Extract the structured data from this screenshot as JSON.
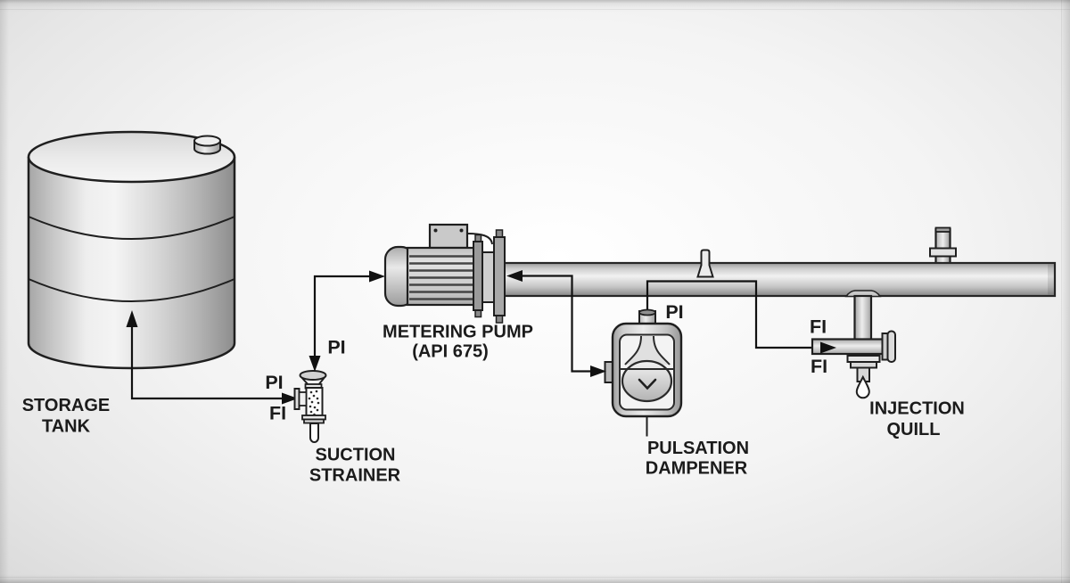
{
  "diagram": {
    "type": "process-flow-diagram",
    "subject": "chemical injection system",
    "equipment": {
      "storage_tank": {
        "label_lines": [
          "STORAGE",
          "TANK"
        ]
      },
      "suction_strainer": {
        "label_lines": [
          "SUCTION",
          "STRAINER"
        ]
      },
      "metering_pump": {
        "label_lines": [
          "METERING PUMP",
          "(API 675)"
        ]
      },
      "pulsation_dampener": {
        "label_lines": [
          "PULSATION",
          "DAMPENER"
        ]
      },
      "injection_quill": {
        "label_lines": [
          "INJECTION",
          "QUILL"
        ]
      }
    },
    "instruments": {
      "tank_outlet_pi": "PI",
      "tank_outlet_fi": "FI",
      "strainer_inlet_pi": "PI",
      "dampener_pi": "PI",
      "quill_inlet_fi_upper": "FI",
      "quill_inlet_fi_lower": "FI"
    },
    "colors": {
      "outline": "#1f1f1f",
      "line": "#111111",
      "text": "#1b1b1b",
      "metal_highlight": "#f3f3f3",
      "metal_mid": "#c9c9c9",
      "metal_shadow": "#8f8f8f",
      "background_center": "#ffffff",
      "background_edge": "#d8d8d8"
    }
  }
}
